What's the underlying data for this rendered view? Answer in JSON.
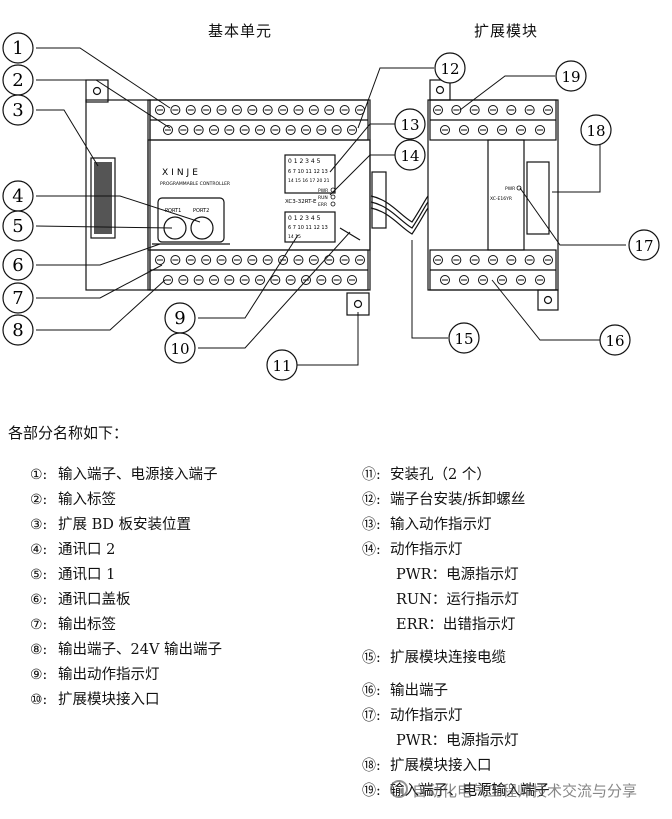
{
  "captions": {
    "base_unit": "基本单元",
    "expansion_module": "扩展模块"
  },
  "device": {
    "brand": "XINJE",
    "subtitle": "PROGRAMMABLE CONTROLLER",
    "port1": "PORT1",
    "port2": "PORT2",
    "model": "XC3-32RT-E",
    "in_leds_row1": "0 1 2 3 4 5",
    "in_leds_row2": "6 7 10 11 12 13",
    "in_leds_row3": "14 15 16 17 20 21",
    "out_leds_row1": "0 1 2 3 4 5",
    "out_leds_row2": "6 7 10 11 12 13",
    "out_leds_row3": "14 15",
    "status_pwr": "PWR",
    "status_run": "RUN",
    "status_err": "ERR",
    "ext_pwr": "PWR",
    "ext_model": "XC-E16YR"
  },
  "callouts": {
    "c1": "1",
    "c2": "2",
    "c3": "3",
    "c4": "4",
    "c5": "5",
    "c6": "6",
    "c7": "7",
    "c8": "8",
    "c9": "9",
    "c10": "10",
    "c11": "11",
    "c12": "12",
    "c13": "13",
    "c14": "14",
    "c15": "15",
    "c16": "16",
    "c17": "17",
    "c18": "18",
    "c19": "19"
  },
  "legend": {
    "intro": "各部分名称如下：",
    "left": [
      {
        "num": "①:",
        "text": "输入端子、电源接入端子"
      },
      {
        "num": "②:",
        "text": "输入标签"
      },
      {
        "num": "③:",
        "text": "扩展 BD 板安装位置"
      },
      {
        "num": "④:",
        "text": "通讯口 2"
      },
      {
        "num": "⑤:",
        "text": "通讯口 1"
      },
      {
        "num": "⑥:",
        "text": "通讯口盖板"
      },
      {
        "num": "⑦:",
        "text": "输出标签"
      },
      {
        "num": "⑧:",
        "text": "输出端子、24V 输出端子"
      },
      {
        "num": "⑨:",
        "text": "输出动作指示灯"
      },
      {
        "num": "⑩:",
        "text": "扩展模块接入口"
      }
    ],
    "right": [
      {
        "num": "⑪:",
        "text": "安装孔（2 个）"
      },
      {
        "num": "⑫:",
        "text": "端子台安装/拆卸螺丝"
      },
      {
        "num": "⑬:",
        "text": "输入动作指示灯"
      },
      {
        "num": "⑭:",
        "text": "动作指示灯"
      },
      {
        "sub": "PWR：电源指示灯"
      },
      {
        "sub": "RUN：运行指示灯"
      },
      {
        "sub": "ERR：出错指示灯"
      },
      {
        "num": "⑮:",
        "text": "扩展模块连接电缆",
        "gap": true
      },
      {
        "num": "⑯:",
        "text": "输出端子",
        "gap": true
      },
      {
        "num": "⑰:",
        "text": "动作指示灯"
      },
      {
        "sub": "PWR：电源指示灯"
      },
      {
        "num": "⑱:",
        "text": "扩展模块接入口"
      },
      {
        "num": "⑲:",
        "text": "输入端子、电源输入端子"
      }
    ]
  },
  "watermark": "自动化电气工程师技术交流与分享"
}
